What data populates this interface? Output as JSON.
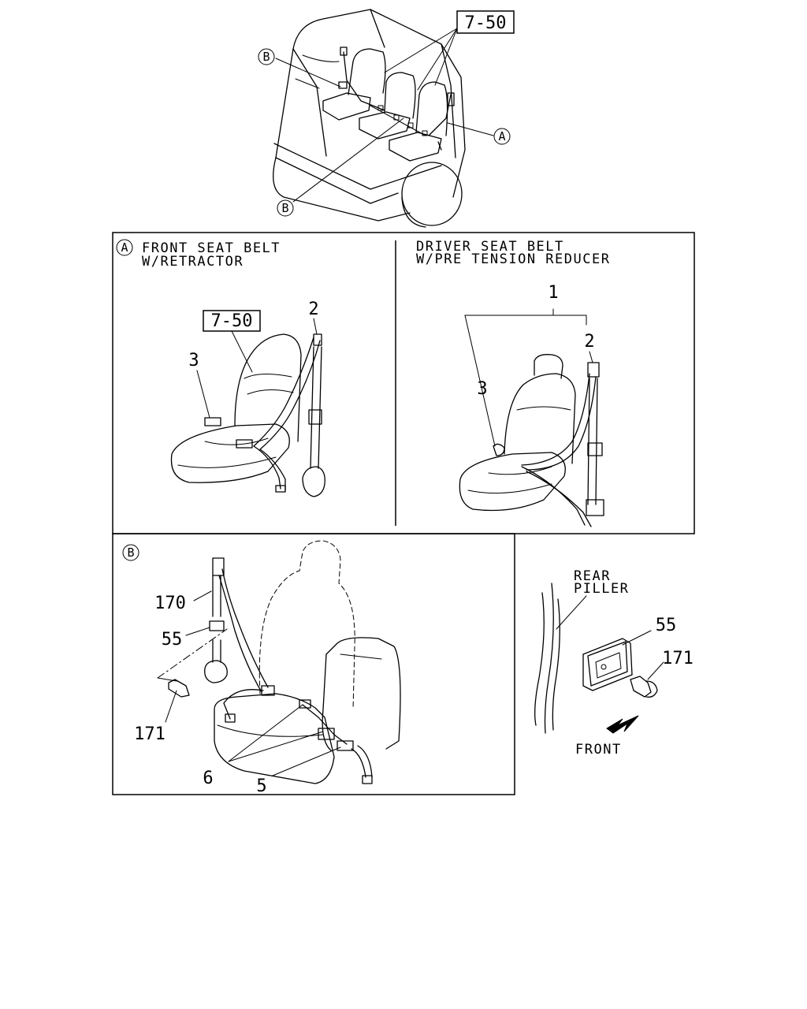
{
  "overview": {
    "callout_ref": "7-50",
    "markers": {
      "b_upper": "B",
      "a": "A",
      "b_lower": "B"
    }
  },
  "panel_a": {
    "marker": "A",
    "title_line1": "FRONT SEAT BELT",
    "title_line2": "W/RETRACTOR",
    "ref": "7-50",
    "part_numbers": {
      "anchor_top": "2",
      "buckle": "3"
    }
  },
  "panel_driver": {
    "title_line1": "DRIVER SEAT BELT",
    "title_line2": "W/PRE TENSION REDUCER",
    "part_numbers": {
      "assembly": "1",
      "anchor_top": "2",
      "buckle": "3"
    }
  },
  "panel_b": {
    "marker": "B",
    "part_numbers": {
      "belt": "170",
      "cover": "55",
      "bolt": "171",
      "buckle_pair": "6",
      "tongue": "5"
    }
  },
  "panel_pillar": {
    "label_line1": "REAR",
    "label_line2": "PILLER",
    "part_numbers": {
      "cover": "55",
      "bolt": "171"
    },
    "direction_label": "FRONT"
  }
}
